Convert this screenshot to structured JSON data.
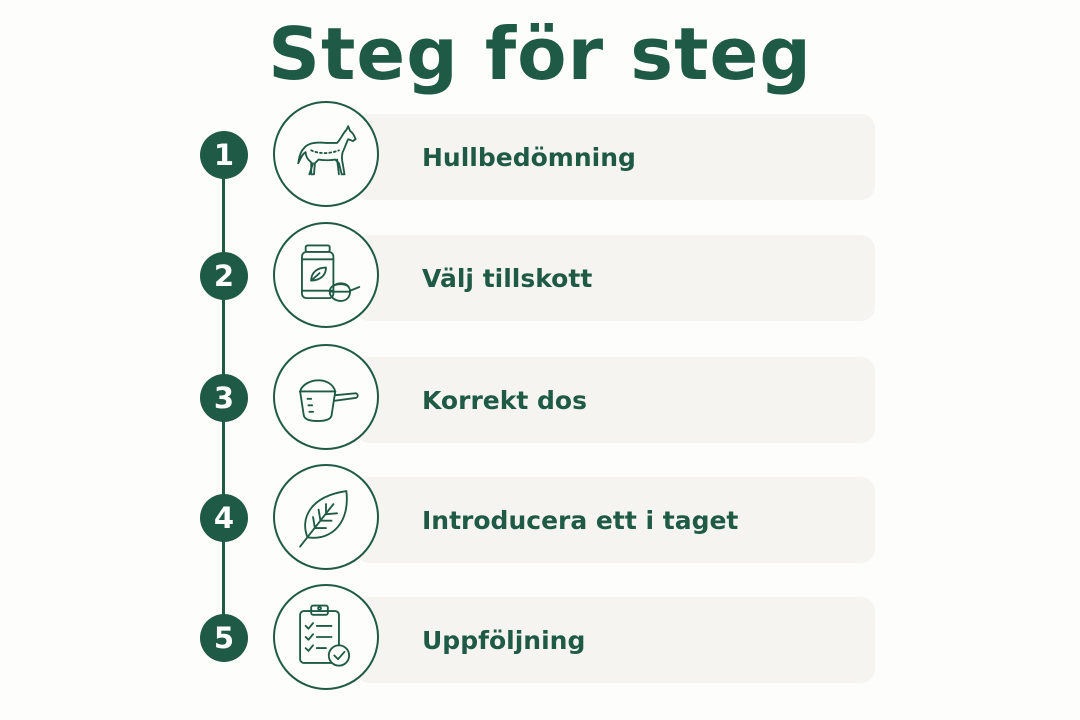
{
  "title": "Steg för steg",
  "steps": [
    {
      "number": "1",
      "label": "Hullbedömning",
      "icon": "horse-icon"
    },
    {
      "number": "2",
      "label": "Välj tillskott",
      "icon": "supplement-jar-scoop-icon"
    },
    {
      "number": "3",
      "label": "Korrekt dos",
      "icon": "measuring-scoop-icon"
    },
    {
      "number": "4",
      "label": "Introducera ett i taget",
      "icon": "leaf-icon"
    },
    {
      "number": "5",
      "label": "Uppföljning",
      "icon": "checklist-clipboard-icon"
    }
  ],
  "colors": {
    "accent": "#1f5a46",
    "card": "#f5f4f1",
    "background": "#fdfdfc"
  }
}
